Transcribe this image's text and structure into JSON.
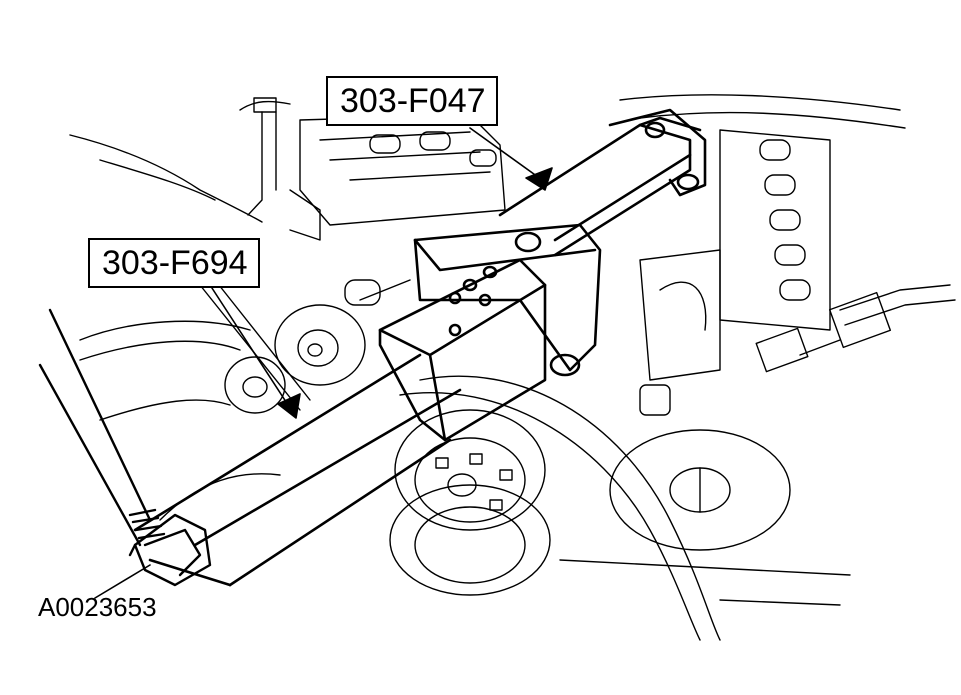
{
  "callouts": {
    "upper_tool": "303-F047",
    "lower_tool": "303-F694"
  },
  "figure_id": "A0023653",
  "colors": {
    "ink": "#000000",
    "paper": "#ffffff"
  }
}
